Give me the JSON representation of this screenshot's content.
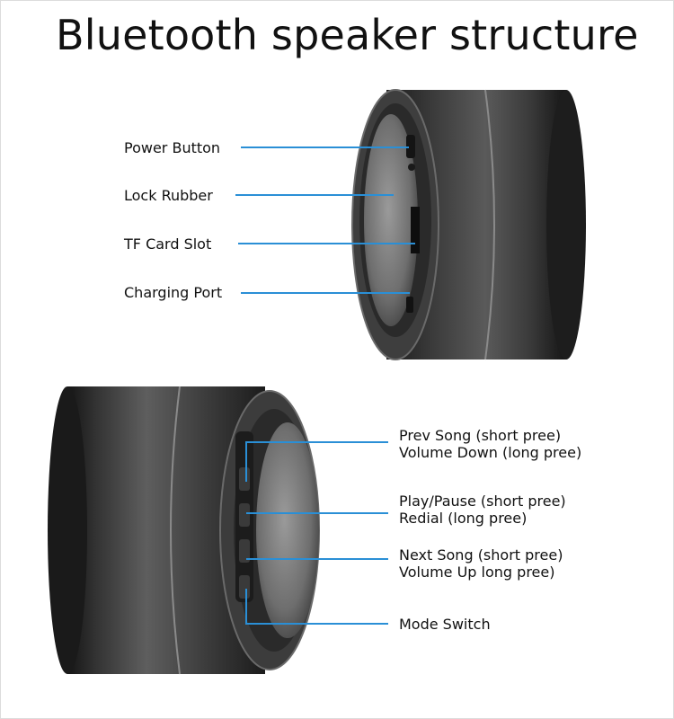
{
  "title": "Bluetooth speaker structure",
  "top_labels": [
    {
      "id": "power",
      "text": "Power Button"
    },
    {
      "id": "lock",
      "text": "Lock Rubber"
    },
    {
      "id": "tf",
      "text": "TF Card Slot"
    },
    {
      "id": "charge",
      "text": "Charging Port"
    }
  ],
  "bottom_labels": [
    {
      "id": "prev",
      "line1": "Prev Song (short pree)",
      "line2": "Volume Down (long pree)"
    },
    {
      "id": "play",
      "line1": "Play/Pause (short pree)",
      "line2": "Redial (long pree)"
    },
    {
      "id": "next",
      "line1": "Next Song (short pree)",
      "line2": "Volume Up long pree)"
    },
    {
      "id": "mode",
      "line1": "Mode Switch",
      "line2": ""
    }
  ],
  "colors": {
    "leader": "#2a8fd6",
    "body": "#2b2b2b",
    "text": "#111111"
  },
  "icons": [
    "speaker-top-view",
    "speaker-bottom-view"
  ]
}
